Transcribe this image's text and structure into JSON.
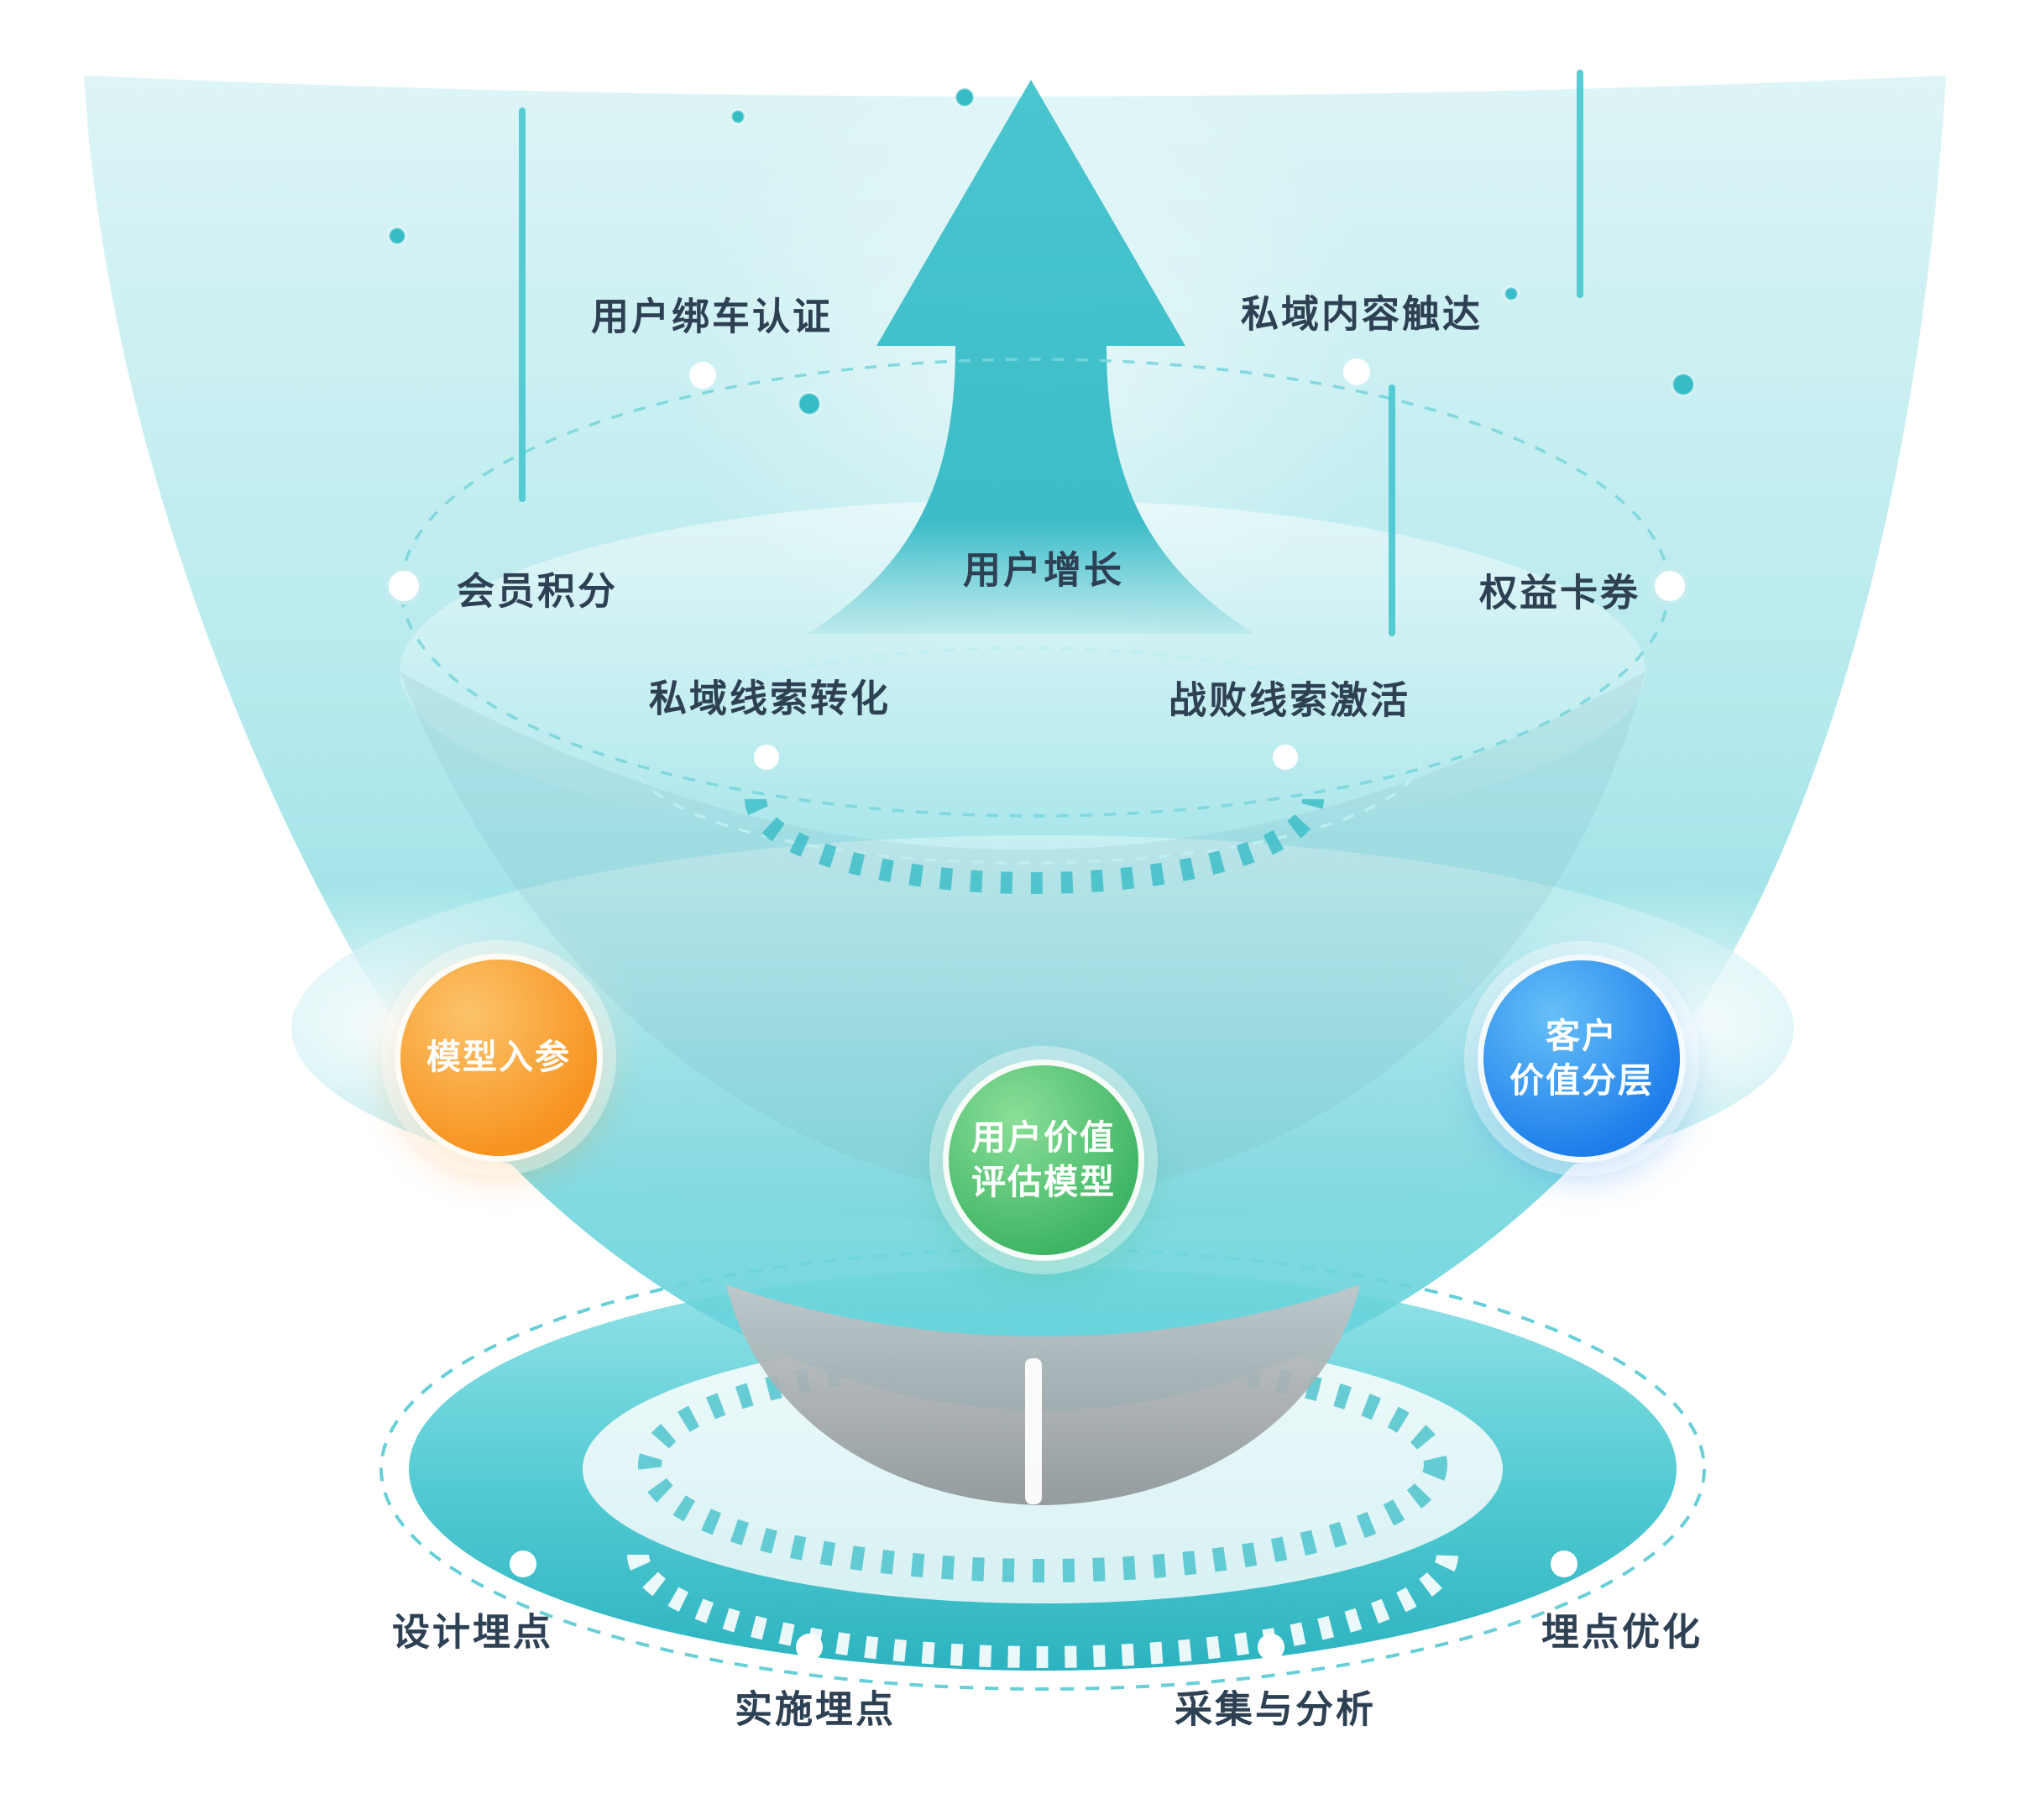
{
  "colors": {
    "teal": "#3FC3CD",
    "teal_deep": "#27B4C0",
    "teal_light": "#BDEBEE",
    "orange": "#F79320",
    "green": "#3DB463",
    "blue": "#1C7CEA",
    "gray": "#9AA0A3",
    "text": "#2E4053",
    "white": "#FFFFFF"
  },
  "growth_stage": {
    "top": [
      {
        "label": "用户绑车认证"
      },
      {
        "label": "私域内容触达"
      }
    ],
    "mid": [
      {
        "label": "会员积分"
      },
      {
        "label": "用户增长"
      },
      {
        "label": "权益卡券"
      }
    ],
    "lower": [
      {
        "label": "私域线索转化"
      },
      {
        "label": "战败线索激活"
      }
    ]
  },
  "model_stage": {
    "input": "模型入参",
    "core": [
      "用户价值",
      "评估模型"
    ],
    "output": [
      "客户",
      "价值分层"
    ]
  },
  "tracking_stage": {
    "steps": [
      {
        "label": "设计埋点"
      },
      {
        "label": "实施埋点"
      },
      {
        "label": "采集与分析"
      },
      {
        "label": "埋点优化"
      }
    ]
  }
}
